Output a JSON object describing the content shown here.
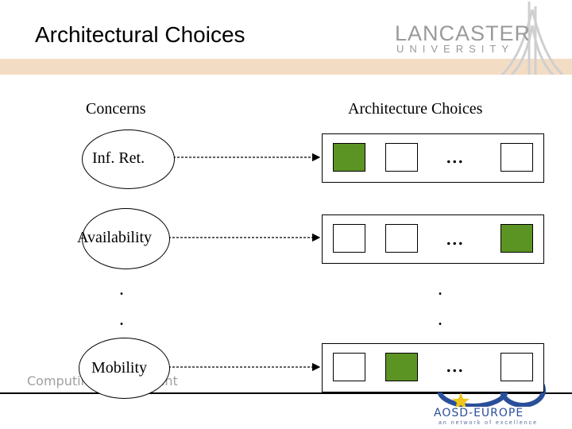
{
  "header": {
    "title": "Architectural Choices"
  },
  "logo": {
    "name": "LANCASTER",
    "subtitle": "UNIVERSITY"
  },
  "columns": {
    "concerns": "Concerns",
    "choices": "Architecture Choices"
  },
  "concerns": [
    {
      "label": "Inf. Ret.",
      "choices": [
        "selected",
        "empty",
        "empty"
      ]
    },
    {
      "label": "Availability",
      "choices": [
        "empty",
        "empty",
        "selected"
      ]
    },
    {
      "label": "Mobility",
      "choices": [
        "empty",
        "selected",
        "empty"
      ]
    }
  ],
  "ellipsis": "...",
  "vertical_dot": ".",
  "footer": {
    "left_text": "Computing Department",
    "aosd": "AOSD-EUROPE",
    "aosd_tagline": "an network of excellence"
  },
  "colors": {
    "selected": "#5c9424",
    "header_band": "#f3dcc4",
    "logo": "#9a9a9a",
    "aosd_blue": "#2a4f99",
    "aosd_star": "#f0c419"
  }
}
